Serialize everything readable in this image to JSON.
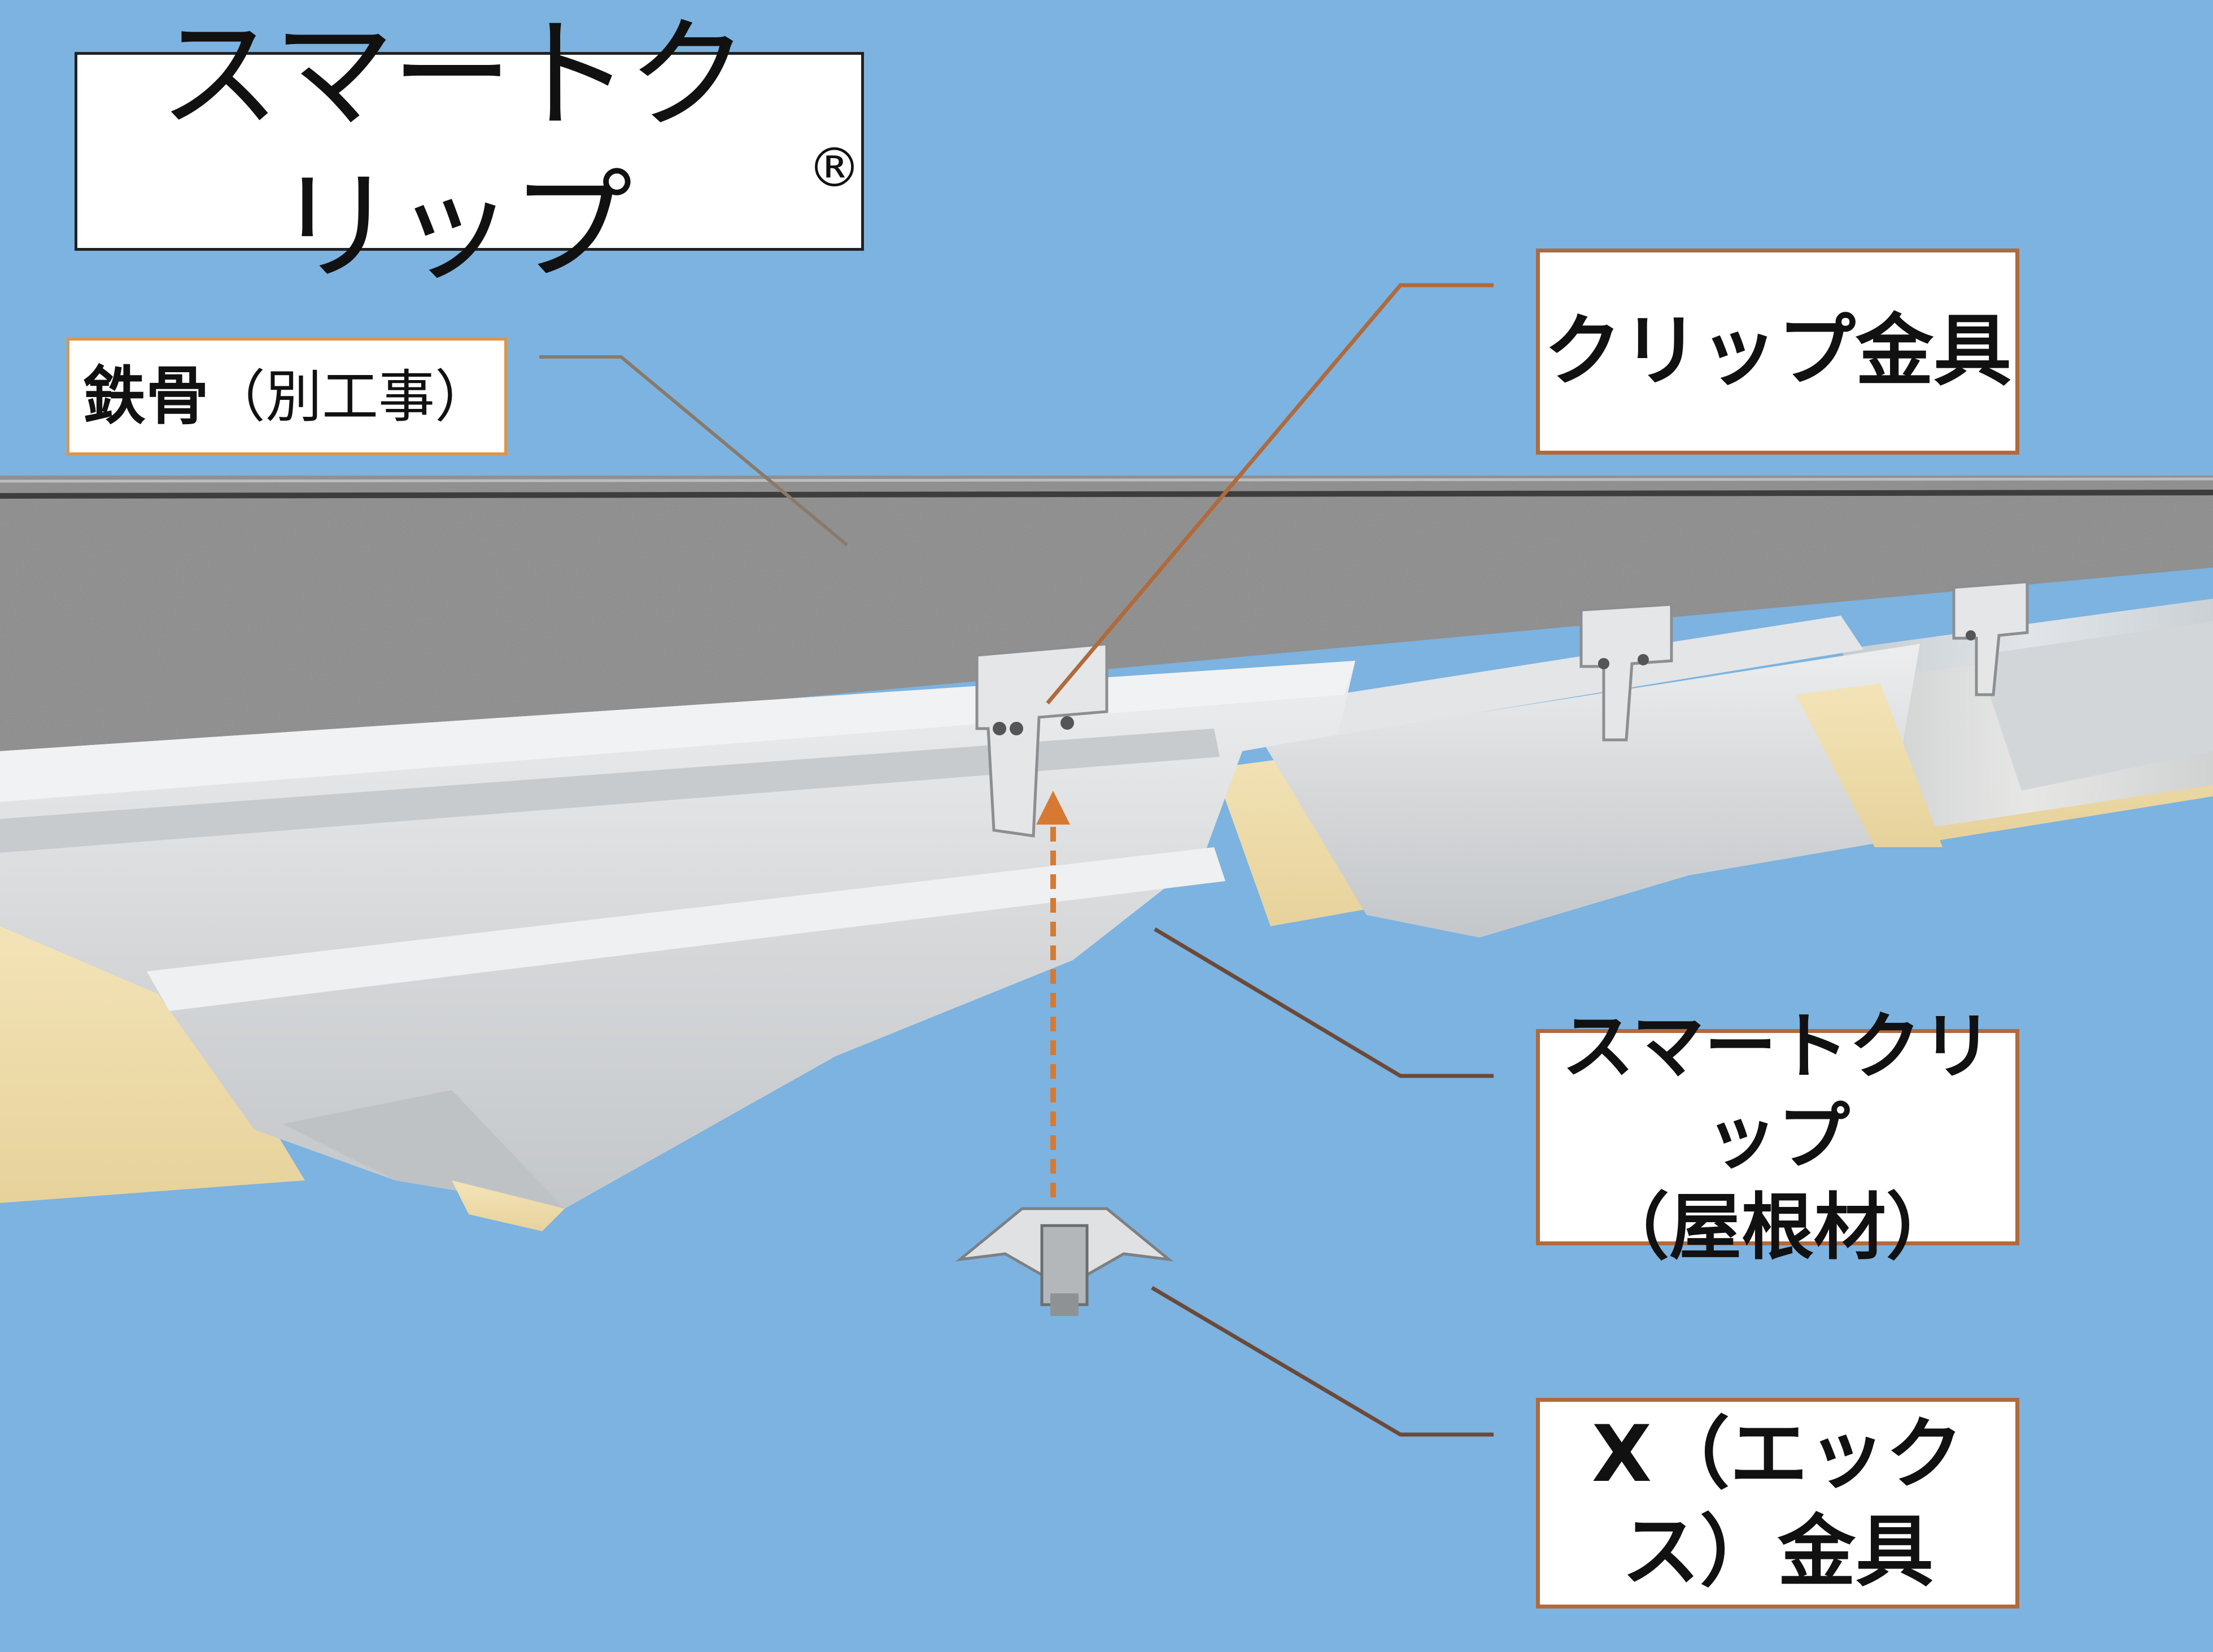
{
  "title": {
    "text": "スマートクリップ",
    "mark": "®"
  },
  "labels": {
    "steel": {
      "main": "鉄骨",
      "paren": "（別工事）"
    },
    "clip": "クリップ金具",
    "roof": {
      "line1": "スマートクリップ",
      "line2": "（屋根材）"
    },
    "x_fitting": "X（エックス）金具"
  },
  "colors": {
    "background": "#7cb3e0",
    "steel_beam": "#9a9a9a",
    "roof_panel": "#d9dbdc",
    "insulation": "#efdcaa",
    "callout_line": "#b06a3c",
    "arrow": "#d67a33"
  }
}
